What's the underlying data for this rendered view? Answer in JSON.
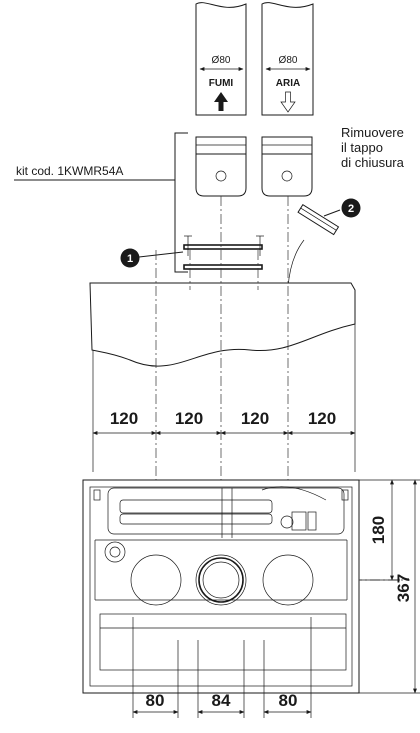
{
  "pipes": {
    "flue": {
      "diameter": "Ø80",
      "label": "FUMI"
    },
    "air": {
      "diameter": "Ø80",
      "label": "ARIA"
    }
  },
  "kit_label": "kit cod. 1KWMR54A",
  "cap_note": [
    "Rimuovere",
    "il tappo",
    "di chiusura"
  ],
  "callouts": [
    "1",
    "2"
  ],
  "dimensions": {
    "upper_spacing": [
      "120",
      "120",
      "120",
      "120"
    ],
    "lower_spacing": [
      "80",
      "84",
      "80"
    ],
    "height_top": "180",
    "height_total": "367"
  }
}
